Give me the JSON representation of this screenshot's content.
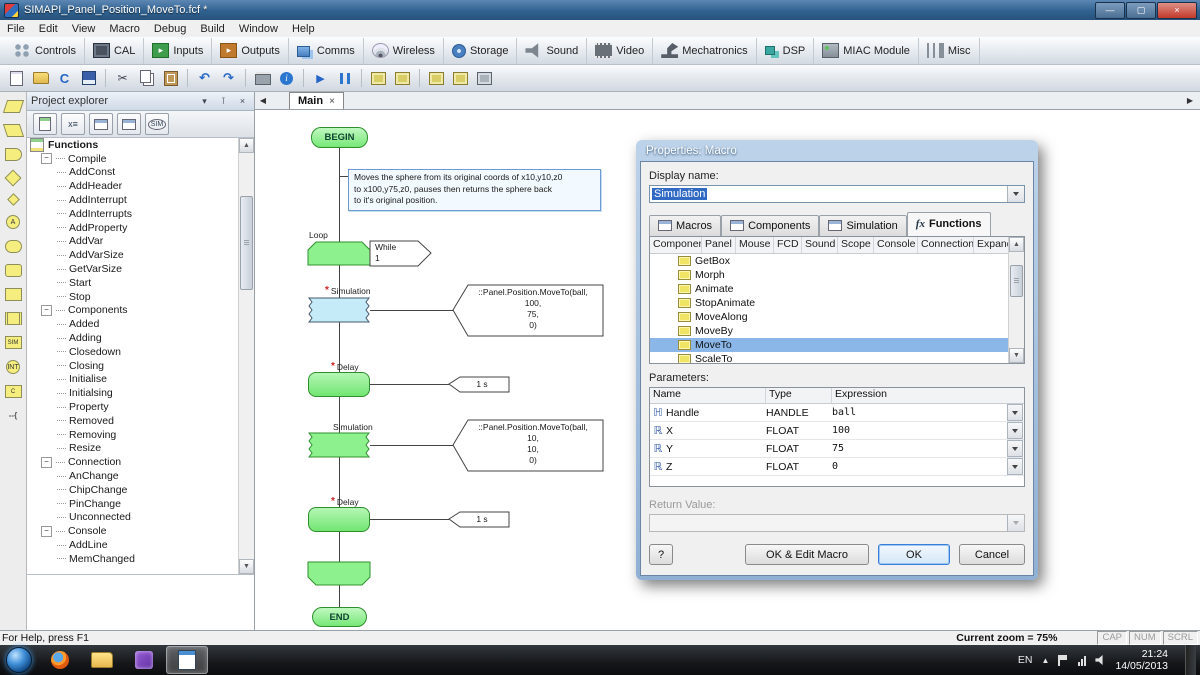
{
  "window": {
    "title": "SIMAPI_Panel_Position_MoveTo.fcf *"
  },
  "menubar": {
    "items": [
      "File",
      "Edit",
      "View",
      "Macro",
      "Debug",
      "Build",
      "Window",
      "Help"
    ]
  },
  "component_toolbar": {
    "items": [
      "Controls",
      "CAL",
      "Inputs",
      "Outputs",
      "Comms",
      "Wireless",
      "Storage",
      "Sound",
      "Video",
      "Mechatronics",
      "DSP",
      "MIAC Module",
      "Misc"
    ]
  },
  "main_toolbar": {
    "icons": [
      "new",
      "open",
      "compile-to-c",
      "save",
      "cut",
      "copy",
      "paste",
      "undo",
      "redo",
      "print",
      "about",
      "run",
      "pause",
      "compile-to-chip",
      "program-chip",
      "view-chip",
      "view-panel",
      "chip-config"
    ]
  },
  "palette": {
    "icons": [
      "input",
      "output",
      "delay",
      "decision",
      "switch",
      "connection-point",
      "loop",
      "macro",
      "component-macro",
      "calculation",
      "string-function",
      "simulation-macro",
      "interrupt",
      "c-code",
      "comment"
    ],
    "connection_label": "A",
    "sim_label": "SIM",
    "int_label": "INT",
    "c_label": "C",
    "code_label": "--{"
  },
  "project_explorer": {
    "title": "Project explorer",
    "root": "Functions",
    "items": [
      "Compile",
      "AddConst",
      "AddHeader",
      "AddInterrupt",
      "AddInterrupts",
      "AddProperty",
      "AddVar",
      "AddVarSize",
      "GetVarSize",
      "Start",
      "Stop",
      "Components",
      "Added",
      "Adding",
      "Closedown",
      "Closing",
      "Initialise",
      "Initialsing",
      "Property",
      "Removed",
      "Removing",
      "Resize",
      "Connection",
      "AnChange",
      "ChipChange",
      "PinChange",
      "Unconnected",
      "Console",
      "AddLine",
      "MemChanged"
    ]
  },
  "canvas": {
    "tab": "Main"
  },
  "flowchart": {
    "begin": "BEGIN",
    "end": "END",
    "comment_lines": [
      "Moves the sphere from its original coords of x10,y10,z0",
      "to x100,y75,z0, pauses then returns the sphere back",
      "to it's original position."
    ],
    "loop_label": "Loop",
    "while_text": "While",
    "while_value": "1",
    "marker": "*",
    "sim_label": "Simulation",
    "delay_label": "Delay",
    "delay_value": "1 s",
    "call1_lines": [
      "::Panel.Position.MoveTo(ball,",
      "100,",
      "75,",
      "0)"
    ],
    "call2_lines": [
      "::Panel.Position.MoveTo(ball,",
      "10,",
      "10,",
      "0)"
    ]
  },
  "dialog": {
    "title": "Properties: Macro",
    "display_name_label": "Display name:",
    "display_name_value": "Simulation",
    "tabs": [
      "Macros",
      "Components",
      "Simulation",
      "Functions"
    ],
    "fx_label": "fx",
    "columns": [
      "Component",
      "Panel",
      "Mouse",
      "FCD",
      "Sound",
      "Scope",
      "Console",
      "Connection",
      "Expand"
    ],
    "functions": [
      "GetBox",
      "Morph",
      "Animate",
      "StopAnimate",
      "MoveAlong",
      "MoveBy",
      "MoveTo",
      "ScaleTo"
    ],
    "selected_function": "MoveTo",
    "parameters_label": "Parameters:",
    "param_columns": [
      "Name",
      "Type",
      "Expression"
    ],
    "parameters": [
      {
        "icon": "ℍ",
        "name": "Handle",
        "type": "HANDLE",
        "expression": "ball"
      },
      {
        "icon": "ℝ",
        "name": "X",
        "type": "FLOAT",
        "expression": "100"
      },
      {
        "icon": "ℝ",
        "name": "Y",
        "type": "FLOAT",
        "expression": "75"
      },
      {
        "icon": "ℝ",
        "name": "Z",
        "type": "FLOAT",
        "expression": "0"
      }
    ],
    "return_value_label": "Return Value:",
    "buttons": {
      "help": "?",
      "ok_edit": "OK & Edit Macro",
      "ok": "OK",
      "cancel": "Cancel"
    }
  },
  "status_bar": {
    "help_text": "For Help, press F1",
    "zoom": "Current zoom = 75%",
    "indicators": [
      "CAP",
      "NUM",
      "SCRL"
    ]
  },
  "taskbar": {
    "language": "EN",
    "time": "21:24",
    "date": "14/05/2013",
    "apps": [
      "start",
      "firefox",
      "explorer",
      "media",
      "flowcode"
    ]
  },
  "colors": {
    "selection": "#8ab6e8",
    "flow_green": "#8df18d",
    "flow_cyan": "#c6ebf8",
    "highlight": "#316ac5",
    "titlebar": "#31628f"
  }
}
